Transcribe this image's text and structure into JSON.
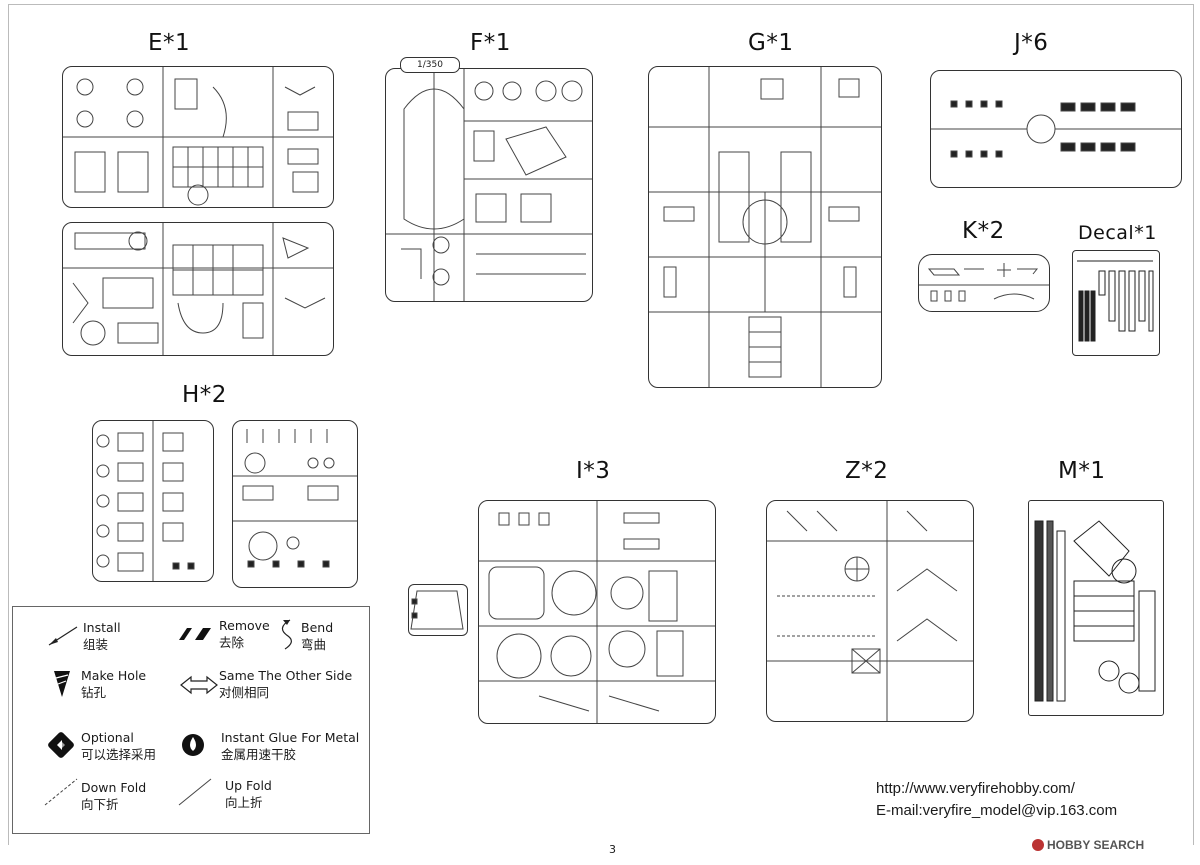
{
  "sprues": {
    "E": {
      "label": "E*1"
    },
    "F": {
      "label": "F*1",
      "scale_tag": "1/350"
    },
    "G": {
      "label": "G*1"
    },
    "J": {
      "label": "J*6"
    },
    "K": {
      "label": "K*2"
    },
    "decal": {
      "label": "Decal*1"
    },
    "H": {
      "label": "H*2"
    },
    "I": {
      "label": "I*3"
    },
    "Z": {
      "label": "Z*2"
    },
    "M": {
      "label": "M*1"
    }
  },
  "legend": {
    "install": {
      "en": "Install",
      "zh": "组装",
      "icon": "install-icon"
    },
    "remove": {
      "en": "Remove",
      "zh": "去除",
      "icon": "remove-icon"
    },
    "bend": {
      "en": "Bend",
      "zh": "弯曲",
      "icon": "bend-icon"
    },
    "make_hole": {
      "en": "Make Hole",
      "zh": "钻孔",
      "icon": "drill-icon"
    },
    "same_other_side": {
      "en": "Same The Other Side",
      "zh": "对侧相同",
      "icon": "double-arrow-icon"
    },
    "optional": {
      "en": "Optional",
      "zh": "可以选择采用",
      "icon": "optional-icon"
    },
    "glue": {
      "en": "Instant Glue For Metal",
      "zh": "金属用速干胶",
      "icon": "glue-drop-icon"
    },
    "down_fold": {
      "en": "Down Fold",
      "zh": "向下折",
      "icon": "down-fold-icon"
    },
    "up_fold": {
      "en": "Up Fold",
      "zh": "向上折",
      "icon": "up-fold-icon"
    }
  },
  "footer": {
    "url": "http://www.veryfirehobby.com/",
    "email": "E-mail:veryfire_model@vip.163.com",
    "page_number": "3",
    "watermark": "HOBBY SEARCH"
  }
}
